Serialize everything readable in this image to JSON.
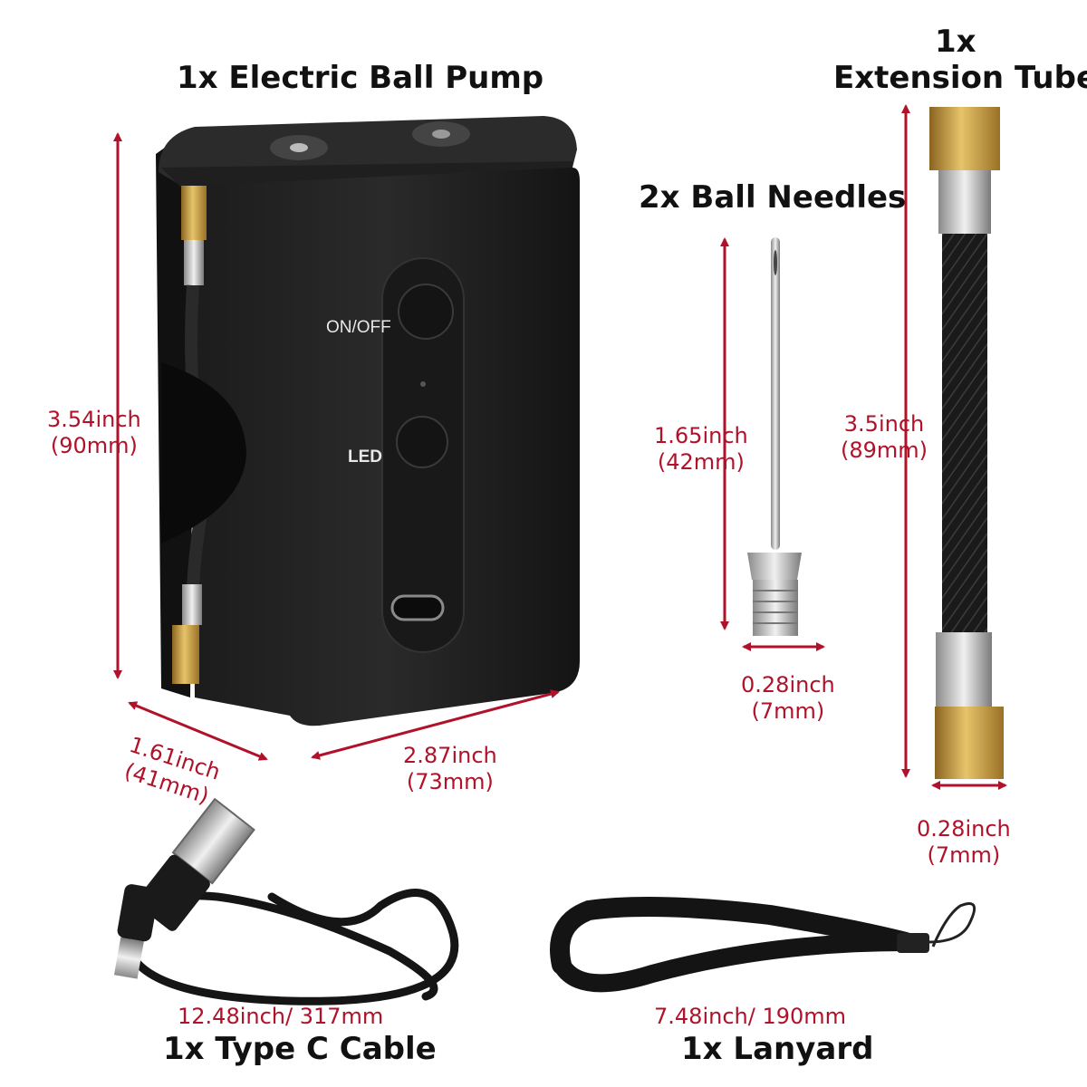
{
  "titles": {
    "pump": "1x Electric Ball Pump",
    "tube_qty": "1x",
    "tube": "Extension Tube",
    "needles": "2x Ball Needles",
    "cable": "1x Type C Cable",
    "lanyard": "1x Lanyard"
  },
  "pump": {
    "button_on_off": "ON/OFF",
    "button_led": "LED",
    "height_in": "3.54inch",
    "height_mm": "(90mm)",
    "depth_in": "1.61inch",
    "depth_mm": "(41mm)",
    "width_in": "2.87inch",
    "width_mm": "(73mm)"
  },
  "needle": {
    "length_in": "1.65inch",
    "length_mm": "(42mm)",
    "diameter_in": "0.28inch",
    "diameter_mm": "(7mm)"
  },
  "tube": {
    "length_in": "3.5inch",
    "length_mm": "(89mm)",
    "diameter_in": "0.28inch",
    "diameter_mm": "(7mm)"
  },
  "cable": {
    "length": "12.48inch/ 317mm"
  },
  "lanyard": {
    "length": "7.48inch/ 190mm"
  },
  "colors": {
    "dimension": "#b0122a",
    "product": "#1a1a1a",
    "brass": "#c9a040"
  }
}
